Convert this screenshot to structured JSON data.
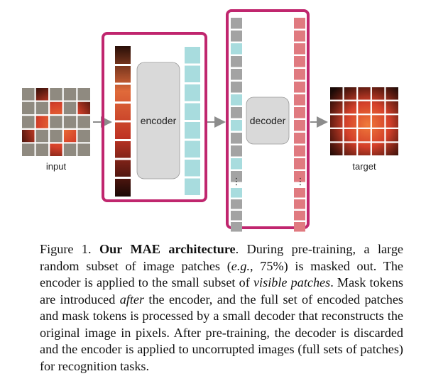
{
  "diagram": {
    "input_label": "input",
    "target_label": "target",
    "encoder_label": "encoder",
    "decoder_label": "decoder",
    "ellipsis": "⋮",
    "colors": {
      "highlight_border": "#c0266e",
      "encoded_token": "#a8dcde",
      "mask_token": "#a3a3a3",
      "decoder_output": "#e07a80",
      "module_fill": "#d9d9d9",
      "arrow": "#8c8c8c"
    }
  },
  "caption": {
    "figure_label": "Figure 1.",
    "title": "Our MAE architecture",
    "t1": ". During pre-training, a large random subset of image patches (",
    "eg": "e.g.",
    "t2": ", 75%) is masked out. The encoder is applied to the small subset of ",
    "visible": "visible patches",
    "t3": ". Mask tokens are introduced ",
    "after": "after",
    "t4": " the encoder, and the full set of encoded patches and mask tokens is processed by a small decoder that reconstructs the original image in pixels. After pre-training, the decoder is discarded and the encoder is applied to uncorrupted images (full sets of patches) for recognition tasks."
  }
}
